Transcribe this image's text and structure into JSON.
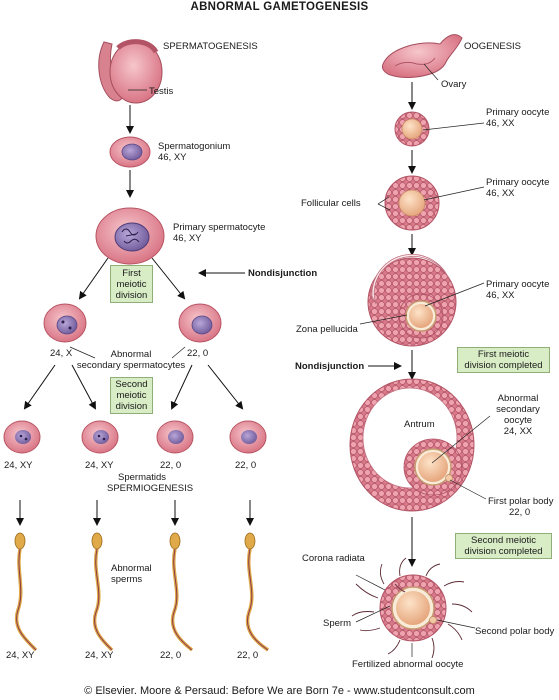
{
  "title": "ABNORMAL GAMETOGENESIS",
  "copyright": "© Elsevier. Moore & Persaud: Before We are Born 7e - www.studentconsult.com",
  "colors": {
    "cell_fill": "#e89aa3",
    "cell_edge": "#b85463",
    "nucleus": "#8e78b4",
    "follicle": "#cf7383",
    "oocyte": "#f5cba6",
    "box_fill": "#d8ecc6",
    "sperm_tail": "#e0a94a",
    "arrow": "#111111"
  },
  "spermatogenesis": {
    "heading": "SPERMATOGENESIS",
    "testis": "Testis",
    "spermatogonium": [
      "Spermatogonium",
      "46, XY"
    ],
    "primary_spermatocyte": [
      "Primary spermatocyte",
      "46, XY"
    ],
    "first_meiotic_division": [
      "First",
      "meiotic",
      "division"
    ],
    "nondisjunction": "Nondisjunction",
    "secondary_left": "24, X",
    "secondary_right": "22, 0",
    "abnormal_secondary": [
      "Abnormal",
      "secondary spermatocytes"
    ],
    "second_meiotic_division": [
      "Second",
      "meiotic",
      "division"
    ],
    "spermatids": [
      "24, XY",
      "24, XY",
      "22, 0",
      "22, 0"
    ],
    "spermatids_label": "Spermatids",
    "spermiogenesis": "SPERMIOGENESIS",
    "abnormal_sperms": [
      "Abnormal",
      "sperms"
    ],
    "sperms": [
      "24, XY",
      "24, XY",
      "22, 0",
      "22, 0"
    ]
  },
  "oogenesis": {
    "heading": "OOGENESIS",
    "ovary": "Ovary",
    "primary_oocyte_1": [
      "Primary oocyte",
      "46, XX"
    ],
    "follicular_cells": "Follicular cells",
    "primary_oocyte_2": [
      "Primary oocyte",
      "46, XX"
    ],
    "primary_oocyte_3": [
      "Primary oocyte",
      "46, XX"
    ],
    "zona_pellucida": "Zona pellucida",
    "nondisjunction": "Nondisjunction",
    "first_meiotic_completed": [
      "First meiotic",
      "division completed"
    ],
    "antrum": "Antrum",
    "abnormal_secondary_oocyte": [
      "Abnormal",
      "secondary",
      "oocyte",
      "24, XX"
    ],
    "first_polar_body": [
      "First polar body",
      "22, 0"
    ],
    "second_meiotic_completed": [
      "Second meiotic",
      "division completed"
    ],
    "corona_radiata": "Corona radiata",
    "sperm": "Sperm",
    "second_polar_body": "Second polar body",
    "fertilized_abnormal_oocyte": "Fertilized abnormal oocyte"
  }
}
